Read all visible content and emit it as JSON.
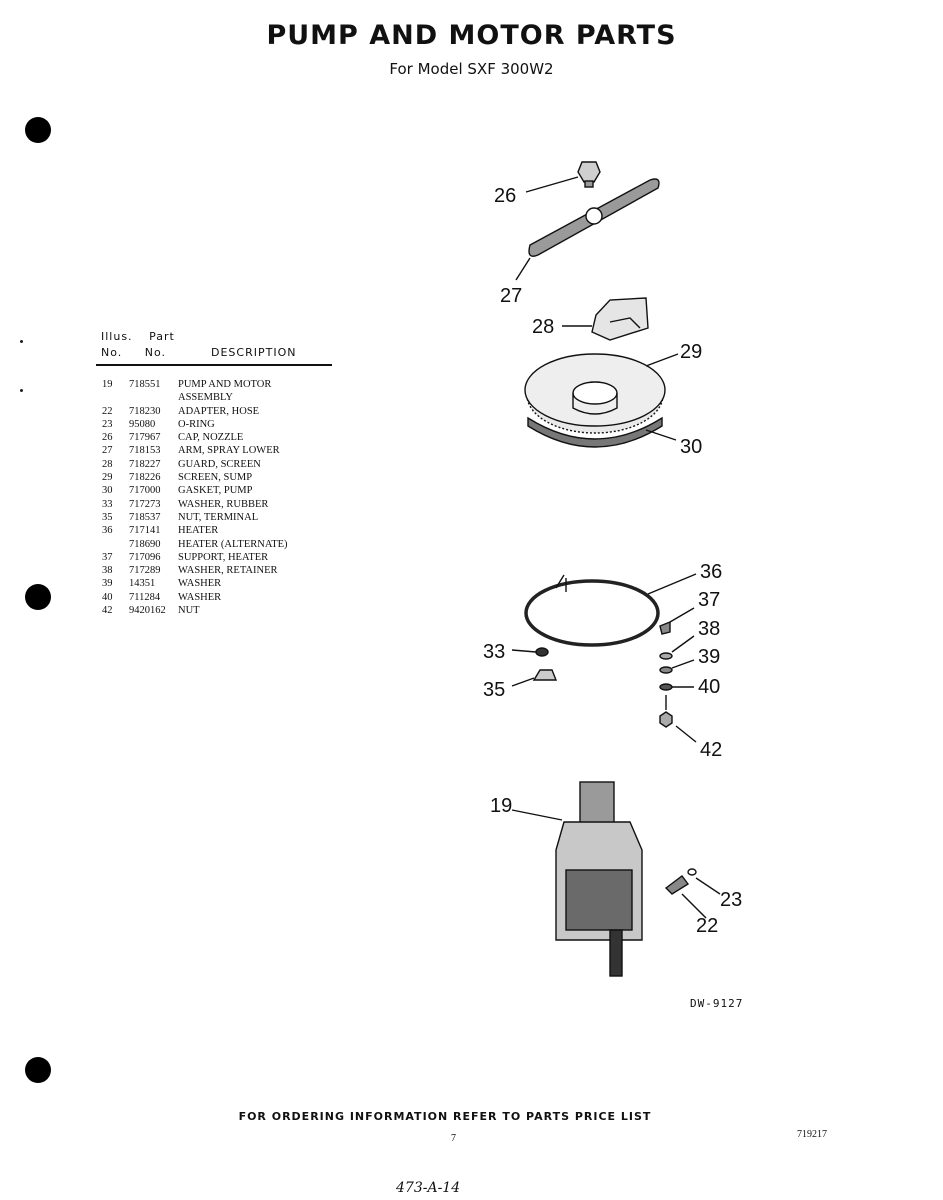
{
  "title": "PUMP AND MOTOR PARTS",
  "subtitle": "For Model SXF 300W2",
  "table_header": {
    "illus": "Illus.",
    "part": "Part",
    "no1": "No.",
    "no2": "No.",
    "description": "DESCRIPTION"
  },
  "parts": [
    {
      "illus": "19",
      "part": "718551",
      "desc": "PUMP AND MOTOR"
    },
    {
      "illus": "",
      "part": "",
      "desc": "ASSEMBLY"
    },
    {
      "illus": "22",
      "part": "718230",
      "desc": "ADAPTER, HOSE"
    },
    {
      "illus": "23",
      "part": "95080",
      "desc": "O-RING"
    },
    {
      "illus": "26",
      "part": "717967",
      "desc": "CAP, NOZZLE"
    },
    {
      "illus": "27",
      "part": "718153",
      "desc": "ARM, SPRAY LOWER"
    },
    {
      "illus": "28",
      "part": "718227",
      "desc": "GUARD, SCREEN"
    },
    {
      "illus": "29",
      "part": "718226",
      "desc": "SCREEN, SUMP"
    },
    {
      "illus": "30",
      "part": "717000",
      "desc": "GASKET, PUMP"
    },
    {
      "illus": "33",
      "part": "717273",
      "desc": "WASHER, RUBBER"
    },
    {
      "illus": "35",
      "part": "718537",
      "desc": "NUT, TERMINAL"
    },
    {
      "illus": "36",
      "part": "717141",
      "desc": "HEATER"
    },
    {
      "illus": "",
      "part": "718690",
      "desc": "HEATER (ALTERNATE)"
    },
    {
      "illus": "37",
      "part": "717096",
      "desc": "SUPPORT, HEATER"
    },
    {
      "illus": "38",
      "part": "717289",
      "desc": "WASHER, RETAINER"
    },
    {
      "illus": "39",
      "part": "14351",
      "desc": "WASHER"
    },
    {
      "illus": "40",
      "part": "711284",
      "desc": "WASHER"
    },
    {
      "illus": "42",
      "part": "9420162",
      "desc": "NUT"
    }
  ],
  "callouts": {
    "c26": "26",
    "c27": "27",
    "c28": "28",
    "c29": "29",
    "c30": "30",
    "c36": "36",
    "c37": "37",
    "c38": "38",
    "c39": "39",
    "c40": "40",
    "c33": "33",
    "c35": "35",
    "c42": "42",
    "c19": "19",
    "c23": "23",
    "c22": "22"
  },
  "drawing_number": "DW-9127",
  "footer": "FOR ORDERING INFORMATION REFER TO PARTS PRICE LIST",
  "page_number": "7",
  "doc_number": "719217",
  "handwritten_note": "473-A-14"
}
